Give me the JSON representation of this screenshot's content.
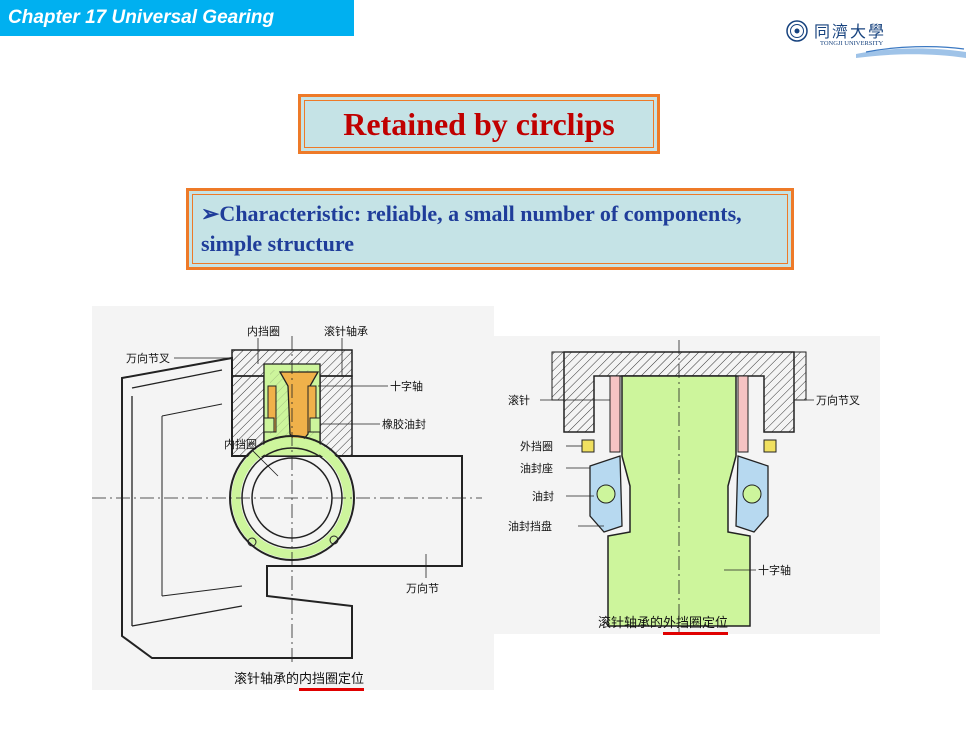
{
  "header": {
    "chapter_title": "Chapter 17 Universal Gearing",
    "logo_text_cn": "同濟大學",
    "logo_text_en": "TONGJI UNIVERSITY"
  },
  "slide": {
    "title": "Retained by circlips",
    "characteristic": "➢Characteristic: reliable, a small number of components, simple structure"
  },
  "figure_left": {
    "labels": {
      "inner_circlip_top": "内挡圈",
      "needle_bearing": "滚针轴承",
      "yoke": "万向节叉",
      "cross_shaft": "十字轴",
      "rubber_seal": "橡胶油封",
      "inner_circlip": "内挡圈",
      "joint": "万向节"
    },
    "caption_prefix": "滚针轴承的",
    "caption_highlight": "内挡圈定位"
  },
  "figure_right": {
    "labels": {
      "needle": "滚针",
      "yoke": "万向节叉",
      "outer_circlip": "外挡圈",
      "seal_seat": "油封座",
      "oil_seal": "油封",
      "seal_retainer": "油封挡盘",
      "cross_shaft": "十字轴"
    },
    "caption_prefix": "滚针轴承的",
    "caption_highlight": "外挡圈定位"
  },
  "colors": {
    "chapter_bar": "#00b0f0",
    "box_fill": "#c5e3e6",
    "box_border": "#ee7a28",
    "title_text": "#c00000",
    "body_text": "#1f3d9a",
    "part_green": "#cdf59c",
    "bearing_orange": "#f0b14a",
    "underline_red": "#e00000"
  }
}
